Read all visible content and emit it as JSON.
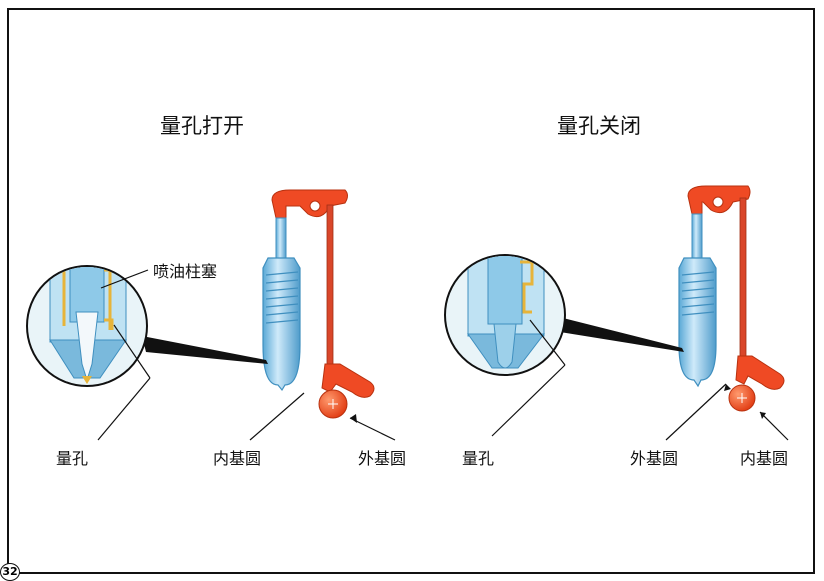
{
  "left": {
    "title": "量孔打开",
    "labels": {
      "plunger": "喷油柱塞",
      "metering_hole": "量孔",
      "inner_base_circle": "内基圆",
      "outer_base_circle": "外基圆"
    }
  },
  "right": {
    "title": "量孔关闭",
    "labels": {
      "metering_hole": "量孔",
      "outer_base_circle": "外基圆",
      "inner_base_circle": "内基圆"
    }
  },
  "page_number": "32",
  "colors": {
    "injector_blue": "#a9d6ee",
    "injector_edge": "#3f8fbf",
    "rocker_red": "#ef4a24",
    "pushrod_red": "#d9462a",
    "plunger_yellow": "#e7b43a",
    "circle_fill": "#e9f4f8"
  }
}
